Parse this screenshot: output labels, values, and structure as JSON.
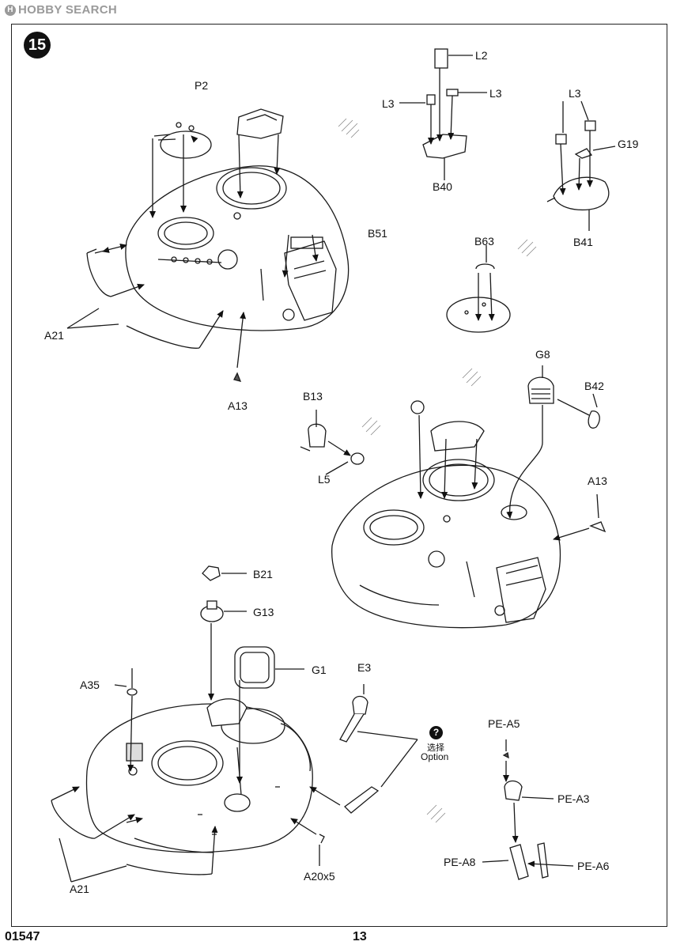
{
  "watermark": {
    "logo": "H",
    "text": "HOBBY SEARCH"
  },
  "step_number": "15",
  "labels": {
    "p2": "P2",
    "l2": "L2",
    "l3_a": "L3",
    "l3_b": "L3",
    "l3_c": "L3",
    "b40": "B40",
    "g19": "G19",
    "b41": "B41",
    "b51": "B51",
    "a21_top": "A21",
    "a13_top": "A13",
    "b63": "B63",
    "g8": "G8",
    "b42": "B42",
    "b13": "B13",
    "l5": "L5",
    "a13_mid": "A13",
    "b21": "B21",
    "g13": "G13",
    "g1": "G1",
    "a35": "A35",
    "e3": "E3",
    "pe_a5": "PE-A5",
    "pe_a3": "PE-A3",
    "pe_a8": "PE-A8",
    "pe_a6": "PE-A6",
    "a20x5": "A20x5",
    "a21_bottom": "A21"
  },
  "option": {
    "icon": "?",
    "label_cn": "选择",
    "label_en": "Option"
  },
  "footer": {
    "product_code": "01547",
    "page_number": "13"
  }
}
